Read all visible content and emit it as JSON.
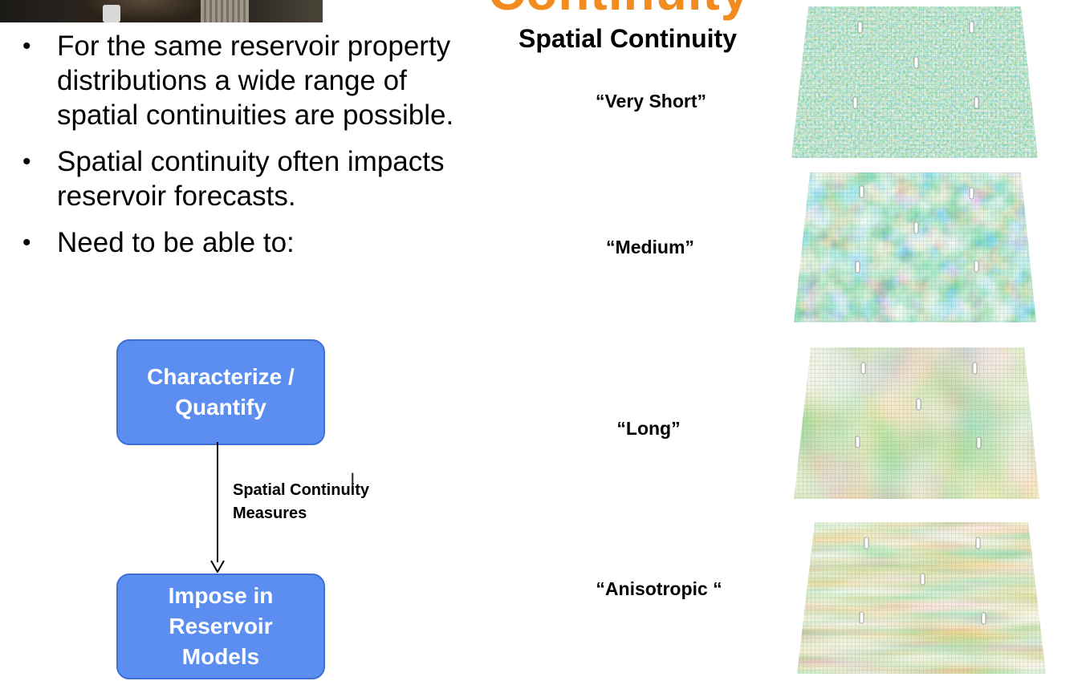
{
  "slide": {
    "title": "Continuity",
    "heading": "Spatial Continuity"
  },
  "bullets": [
    "For the same reservoir property distributions a wide range of spatial continuities are possible.",
    "Spatial continuity often impacts reservoir forecasts.",
    "Need to be able to:"
  ],
  "flow": {
    "box_top": "Characterize / Quantify",
    "box_bottom": "Impose in Reservoir Models",
    "arrow_label": "Spatial Continuity Measures"
  },
  "continuity_levels": [
    {
      "label": "“Very Short”"
    },
    {
      "label": "“Medium”"
    },
    {
      "label": "“Long”"
    },
    {
      "label": "“Anisotropic “"
    }
  ],
  "colors": {
    "title": "#f28c1e",
    "flow_box": "#5b8ef0",
    "map_low": "#2f3fb8",
    "map_mid": "#2fa84a",
    "map_high": "#c8281e"
  }
}
